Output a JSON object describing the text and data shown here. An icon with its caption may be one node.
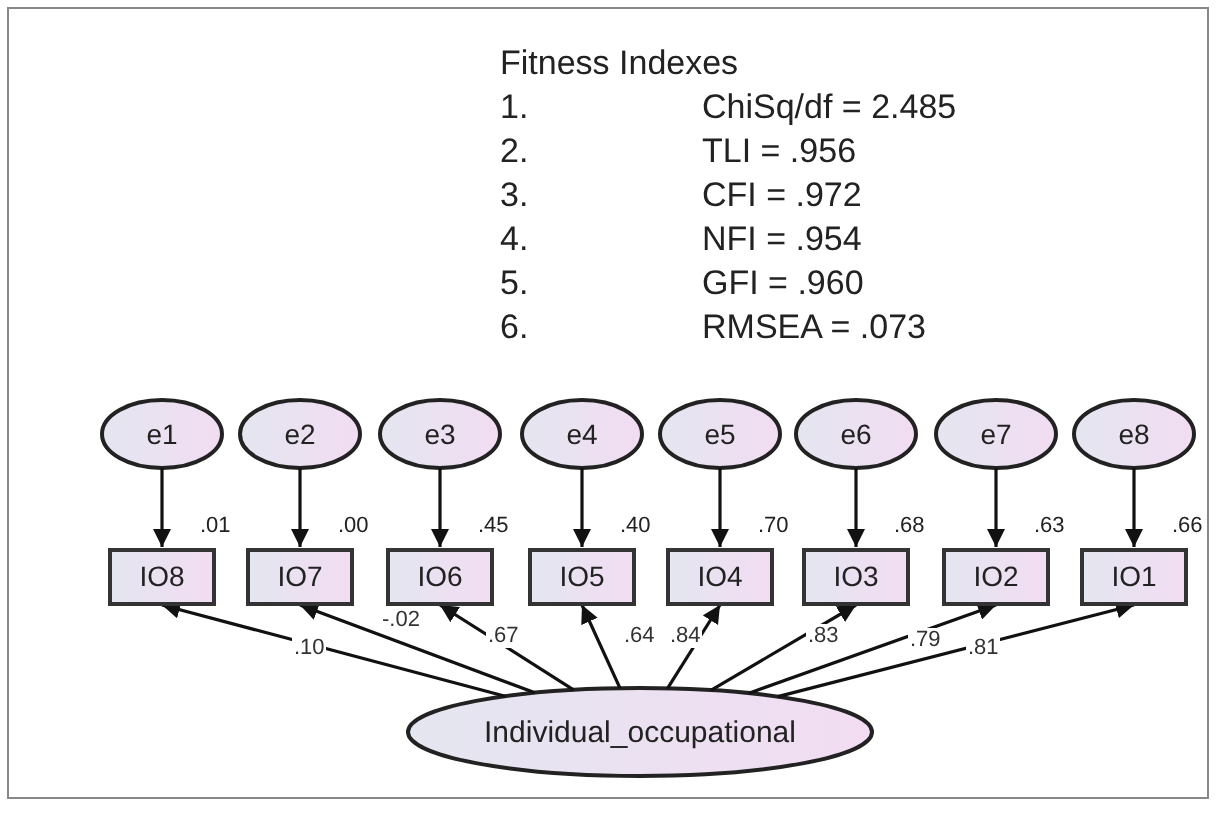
{
  "diagram": {
    "title": "Fitness Indexes",
    "nodes": [
      {
        "text": [
          "e1"
        ]
      },
      {
        "text": [
          "e2"
        ]
      },
      {
        "text": [
          "e3"
        ]
      },
      {
        "text": [
          "e4"
        ]
      },
      {
        "text": [
          "e5"
        ]
      },
      {
        "text": [
          "e6"
        ]
      },
      {
        "text": [
          "e7"
        ]
      },
      {
        "text": [
          "e8"
        ]
      },
      {
        "text": [
          "IO8"
        ],
        "beside": [
          ".01"
        ]
      },
      {
        "text": [
          "IO7"
        ],
        "beside": [
          ".00"
        ]
      },
      {
        "text": [
          "IO6"
        ],
        "beside": [
          ".45"
        ]
      },
      {
        "text": [
          "IO5"
        ],
        "beside": [
          ".40"
        ]
      },
      {
        "text": [
          "IO4"
        ],
        "beside": [
          ".70"
        ]
      },
      {
        "text": [
          "IO3"
        ],
        "beside": [
          ".68"
        ]
      },
      {
        "text": [
          "IO2"
        ],
        "beside": [
          ".63"
        ]
      },
      {
        "text": [
          "IO1"
        ],
        "beside": [
          ".66"
        ]
      },
      {
        "text": [
          "Individual_occupational"
        ]
      }
    ],
    "edges": [
      {
        "from": 0,
        "to": 8,
        "arrow": "to"
      },
      {
        "from": 1,
        "to": 9,
        "arrow": "to"
      },
      {
        "from": 2,
        "to": 10,
        "arrow": "to"
      },
      {
        "from": 3,
        "to": 11,
        "arrow": "to"
      },
      {
        "from": 4,
        "to": 12,
        "arrow": "to"
      },
      {
        "from": 5,
        "to": 13,
        "arrow": "to"
      },
      {
        "from": 6,
        "to": 14,
        "arrow": "to"
      },
      {
        "from": 7,
        "to": 15,
        "arrow": "to"
      },
      {
        "from": 16,
        "to": 8,
        "arrow": "to",
        "label": ".10"
      },
      {
        "from": 16,
        "to": 9,
        "arrow": "to",
        "label": "-.02"
      },
      {
        "from": 16,
        "to": 10,
        "arrow": "to",
        "label": ".67"
      },
      {
        "from": 16,
        "to": 11,
        "arrow": "to",
        "label": ".64"
      },
      {
        "from": 16,
        "to": 12,
        "arrow": "to",
        "label": ".84"
      },
      {
        "from": 16,
        "to": 13,
        "arrow": "to",
        "label": ".83"
      },
      {
        "from": 16,
        "to": 14,
        "arrow": "to",
        "label": ".79"
      },
      {
        "from": 16,
        "to": 15,
        "arrow": "to",
        "label": ".81"
      }
    ],
    "labels": [
      "1.",
      "ChiSq/df = 2.485",
      "2.",
      "TLI = .956",
      "3.",
      "CFI = .972",
      "4.",
      "NFI = .954",
      "5.",
      "GFI = .960",
      "6.",
      "RMSEA = .073"
    ]
  }
}
